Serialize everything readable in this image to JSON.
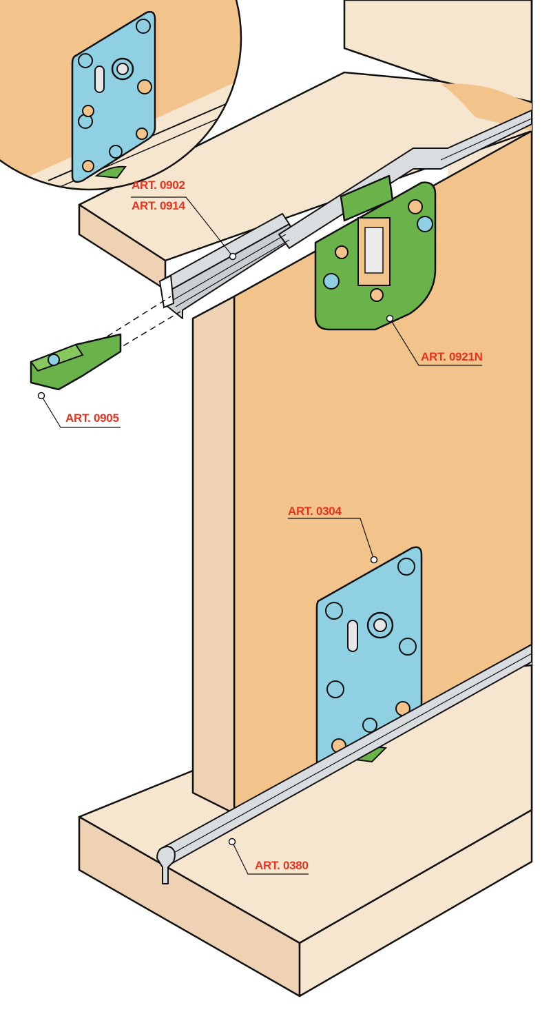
{
  "colors": {
    "label_red": "#e8321e",
    "wood_face": "#f2c48c",
    "wood_light": "#f7e6cf",
    "wood_side": "#efd2b3",
    "plate_blue": "#8fd0e3",
    "plate_green": "#6ab24a",
    "aluminium": "#d9dde0",
    "outline": "#111111"
  },
  "labels": {
    "art_0902": "ART. 0902",
    "art_0914": "ART. 0914",
    "art_0921n": "ART. 0921N",
    "art_0905": "ART. 0905",
    "art_0304": "ART. 0304",
    "art_0380": "ART. 0380"
  }
}
